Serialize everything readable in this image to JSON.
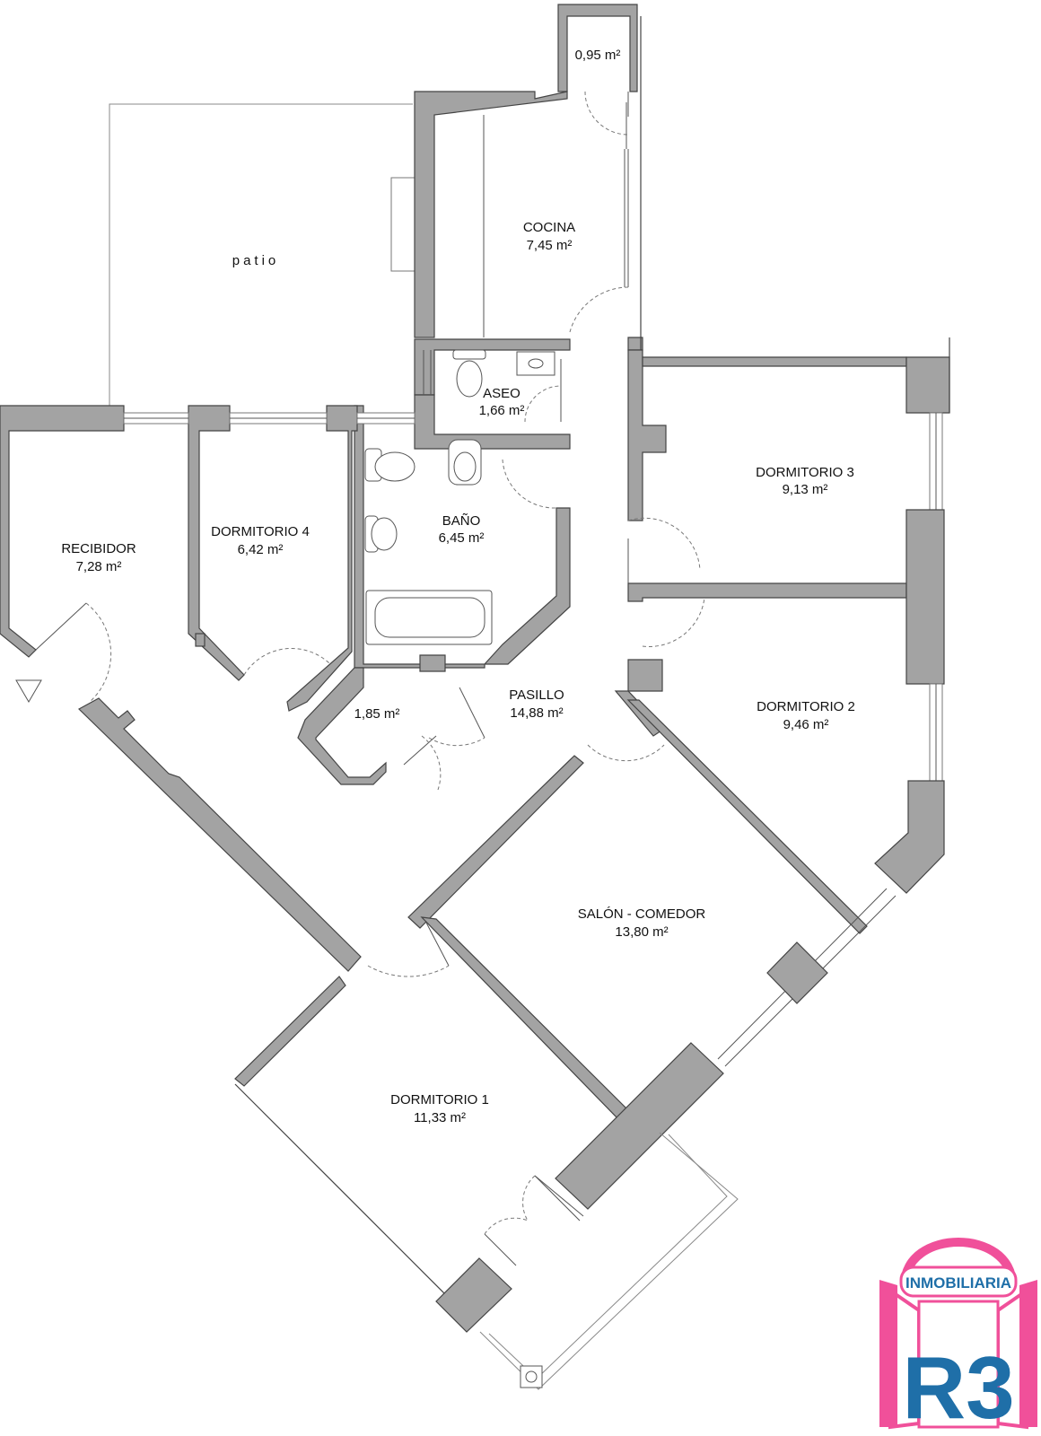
{
  "plan": {
    "rooms": [
      {
        "id": "trastero",
        "name": "",
        "area": "0,95 m²"
      },
      {
        "id": "cocina",
        "name": "COCINA",
        "area": "7,45 m²"
      },
      {
        "id": "patio",
        "name": "patio",
        "area": ""
      },
      {
        "id": "aseo",
        "name": "ASEO",
        "area": "1,66 m²"
      },
      {
        "id": "dormitorio-3",
        "name": "DORMITORIO 3",
        "area": "9,13 m²"
      },
      {
        "id": "bano",
        "name": "BAÑO",
        "area": "6,45 m²"
      },
      {
        "id": "recibidor",
        "name": "RECIBIDOR",
        "area": "7,28 m²"
      },
      {
        "id": "dormitorio-4",
        "name": "DORMITORIO 4",
        "area": "6,42 m²"
      },
      {
        "id": "armario",
        "name": "",
        "area": "1,85 m²"
      },
      {
        "id": "pasillo",
        "name": "PASILLO",
        "area": "14,88 m²"
      },
      {
        "id": "dormitorio-2",
        "name": "DORMITORIO 2",
        "area": "9,46 m²"
      },
      {
        "id": "salon-comedor",
        "name": "SALÓN - COMEDOR",
        "area": "13,80 m²"
      },
      {
        "id": "dormitorio-1",
        "name": "DORMITORIO 1",
        "area": "11,33 m²"
      }
    ]
  },
  "logo": {
    "word": "INMOBILIARIA",
    "mark": "R3",
    "colors": {
      "frame": "#f0509a",
      "text": "#1f6fa8"
    }
  }
}
